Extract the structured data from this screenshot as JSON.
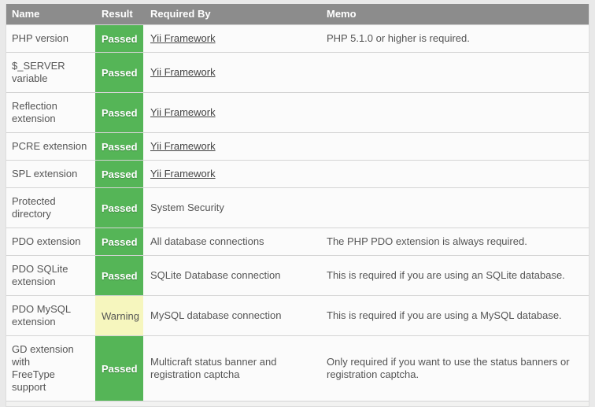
{
  "page": {
    "background_color": "#e9e9e9",
    "header_bg_color": "#8c8c8c",
    "passed_bg_color": "#55b557",
    "warning_bg_color": "#f6f6be",
    "row_bg_color": "#fbfbfb"
  },
  "table": {
    "headers": {
      "name": "Name",
      "result": "Result",
      "required_by": "Required By",
      "memo": "Memo"
    },
    "rows": [
      {
        "name": "PHP version",
        "result": "Passed",
        "status": "passed",
        "required_by": "Yii Framework",
        "required_by_is_link": true,
        "memo": "PHP 5.1.0 or higher is required."
      },
      {
        "name": "$_SERVER\nvariable",
        "result": "Passed",
        "status": "passed",
        "required_by": "Yii Framework",
        "required_by_is_link": true,
        "memo": ""
      },
      {
        "name": "Reflection\nextension",
        "result": "Passed",
        "status": "passed",
        "required_by": "Yii Framework",
        "required_by_is_link": true,
        "memo": ""
      },
      {
        "name": "PCRE extension",
        "result": "Passed",
        "status": "passed",
        "required_by": "Yii Framework",
        "required_by_is_link": true,
        "memo": ""
      },
      {
        "name": "SPL extension",
        "result": "Passed",
        "status": "passed",
        "required_by": "Yii Framework",
        "required_by_is_link": true,
        "memo": ""
      },
      {
        "name": "Protected\ndirectory",
        "result": "Passed",
        "status": "passed",
        "required_by": "System Security",
        "required_by_is_link": false,
        "memo": ""
      },
      {
        "name": "PDO extension",
        "result": "Passed",
        "status": "passed",
        "required_by": "All database connections",
        "required_by_is_link": false,
        "memo": "The PHP PDO extension is always required."
      },
      {
        "name": "PDO SQLite\nextension",
        "result": "Passed",
        "status": "passed",
        "required_by": "SQLite Database connection",
        "required_by_is_link": false,
        "memo": "This is required if you are using an SQLite database."
      },
      {
        "name": "PDO MySQL\nextension",
        "result": "Warning",
        "status": "warning",
        "required_by": "MySQL database connection",
        "required_by_is_link": false,
        "memo": "This is required if you are using a MySQL database."
      },
      {
        "name": "GD extension\nwith\nFreeType\nsupport",
        "result": "Passed",
        "status": "passed",
        "required_by": "Multicraft status banner and\nregistration captcha",
        "required_by_is_link": false,
        "memo": "Only required if you want to use the status banners or\nregistration captcha."
      }
    ]
  }
}
